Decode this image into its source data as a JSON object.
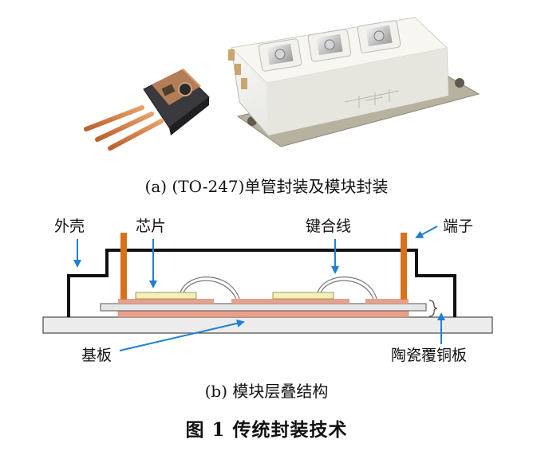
{
  "panel_a": {
    "caption": "(a)  (TO-247)单管封装及模块封装"
  },
  "panel_b": {
    "labels": {
      "shell": "外壳",
      "chip": "芯片",
      "bond_wire": "键合线",
      "terminal": "端子",
      "baseplate": "基板",
      "dbc": "陶瓷覆铜板"
    },
    "caption": "(b)  模块层叠结构"
  },
  "figure": {
    "title": "图 1    传统封装技术"
  },
  "colors": {
    "arrow": "#1f7fd4",
    "terminal": "#d9711c",
    "copper_layer": "#e7a08c",
    "chip": "#f5f0b6",
    "ceramic": "#e6e6e6",
    "baseplate": "#ececec",
    "shell": "#111111"
  }
}
